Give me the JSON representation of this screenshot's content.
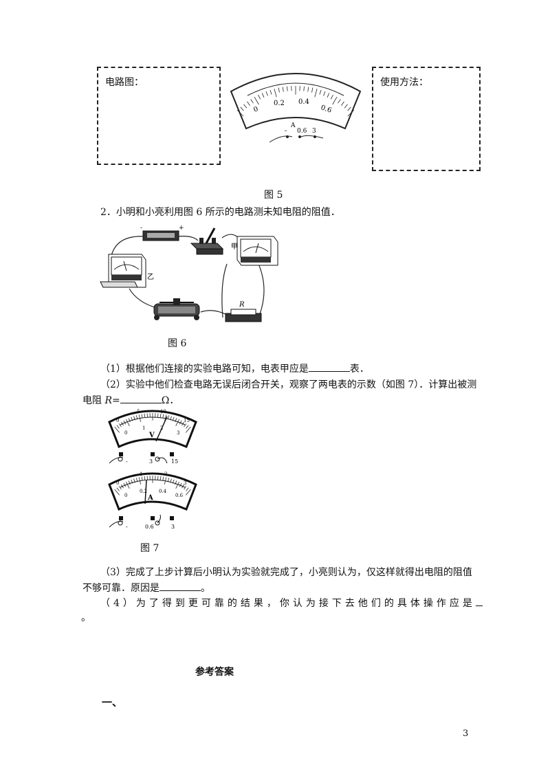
{
  "figure5": {
    "left_box_label": "电路图：",
    "right_box_label": "使用方法：",
    "ammeter": {
      "scale": [
        "0",
        "0.2",
        "0.4",
        "0.6"
      ],
      "unit": "A",
      "terminals": [
        "-",
        "0.6",
        "3"
      ]
    },
    "caption": "图 5"
  },
  "question2": {
    "stem": "2．小明和小亮利用图 6 所示的电路测未知电阻的阻值．"
  },
  "figure6": {
    "meter_jia": "甲",
    "meter_yi": "乙",
    "resistor_label": "R",
    "caption": "图 6"
  },
  "sub1": {
    "before": "（1）根据他们连接的实验电路可知，电表甲应是",
    "after": "表．"
  },
  "sub2": {
    "line1": "（2）实验中他们检查电路无误后闭合开关，观察了两电表的示数（如图 7）．计算出被测",
    "line2_before": "电阻 ",
    "line2_var": "R",
    "line2_eq": "=",
    "line2_after": "Ω．"
  },
  "figure7": {
    "voltmeter": {
      "top_scale": [
        "0",
        "5",
        "10",
        "15"
      ],
      "bottom_scale": [
        "0",
        "1",
        "2",
        "3"
      ],
      "unit": "V",
      "terminals": [
        "-",
        "3",
        "15"
      ]
    },
    "ammeter": {
      "top_scale": [
        "0",
        "1",
        "2",
        "3"
      ],
      "bottom_scale": [
        "0",
        "0.2",
        "0.4",
        "0.6"
      ],
      "unit": "A",
      "terminals": [
        "-",
        "0.6",
        "3"
      ]
    },
    "caption": "图 7"
  },
  "sub3": {
    "line1": "（3）完成了上步计算后小明认为实验就完成了，小亮则认为，仅这样就得出电阻的阻值",
    "line2_before": "不够可靠．原因是",
    "line2_after": "。"
  },
  "sub4": {
    "line1": "（4）为了得到更可靠的结果，你认为接下去他们的具体操作应是",
    "line2": "。"
  },
  "answers": {
    "title": "参考答案",
    "section1": "一、"
  },
  "page_number": "3"
}
